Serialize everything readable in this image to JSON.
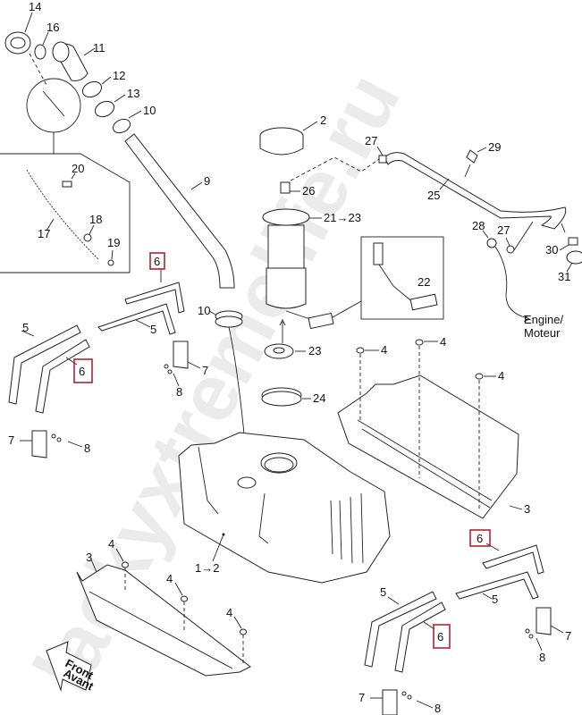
{
  "diagram": {
    "title": "Fuel tank exploded parts diagram",
    "watermark": "lackyxtremelife.ru",
    "highlight_color": "#b02430",
    "callouts": {
      "c14": "14",
      "c16": "16",
      "c11": "11",
      "c12": "12",
      "c13": "13",
      "c10a": "10",
      "c20": "20",
      "c17": "17",
      "c18": "18",
      "c19": "19",
      "c9": "9",
      "c2": "2",
      "c26": "26",
      "c21": "21→23",
      "c27a": "27",
      "c25": "25",
      "c29": "29",
      "c28": "28",
      "c27b": "27",
      "c30": "30",
      "c31": "31",
      "c22": "22",
      "c23": "23",
      "c24": "24",
      "c10b": "10",
      "c6a": "6",
      "c5a": "5",
      "c5b": "5",
      "c6b": "6",
      "c7a": "7",
      "c8a": "8",
      "c7b": "7",
      "c8b": "8",
      "c4a": "4",
      "c4b": "4",
      "c4c": "4",
      "c3a": "3",
      "c1": "1→2",
      "c4d": "4",
      "c4e": "4",
      "c4f": "4",
      "c3b": "3",
      "c6c": "6",
      "c5c": "5",
      "c5d": "5",
      "c6d": "6",
      "c7c": "7",
      "c8c": "8",
      "c7d": "7",
      "c8d": "8"
    },
    "engine_label_line1": "Engine/",
    "engine_label_line2": "Moteur",
    "front_label_line1": "Front",
    "front_label_line2": "Avant"
  }
}
